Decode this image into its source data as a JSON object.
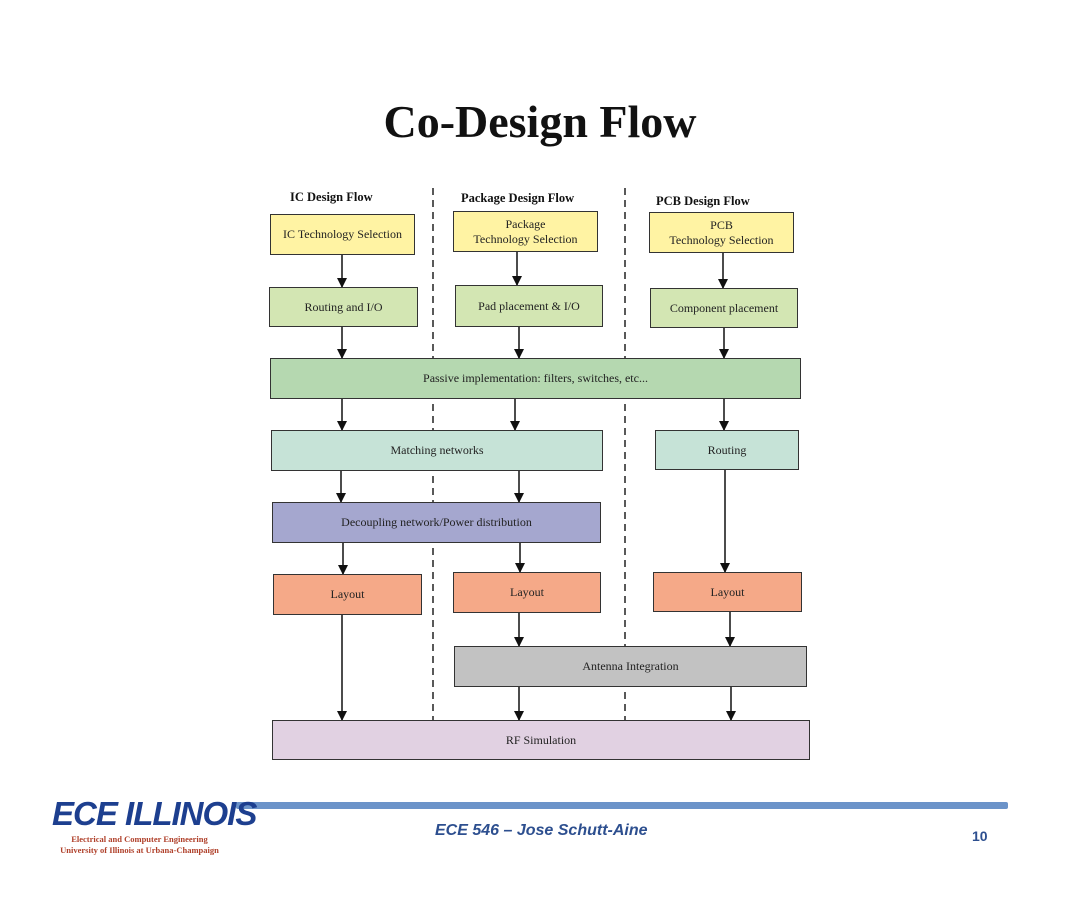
{
  "slide": {
    "title": "Co-Design Flow",
    "page_number": "10",
    "course": "ECE 546 – Jose Schutt-Aine"
  },
  "logo": {
    "text": "ECE ILLINOIS",
    "line1": "Electrical and Computer Engineering",
    "line2": "University of Illinois at Urbana-Champaign"
  },
  "columns": {
    "ic": "IC Design Flow",
    "package": "Package Design Flow",
    "pcb": "PCB Design Flow"
  },
  "boxes": {
    "ic_tech": "IC Technology Selection",
    "pkg_tech": "Package\nTechnology Selection",
    "pcb_tech": "PCB\nTechnology Selection",
    "ic_routing": "Routing and I/O",
    "pkg_pad": "Pad placement & I/O",
    "pcb_component": "Component placement",
    "passive": "Passive implementation: filters, switches, etc...",
    "matching": "Matching networks",
    "pcb_routing": "Routing",
    "decoupling": "Decoupling network/Power distribution",
    "ic_layout": "Layout",
    "pkg_layout": "Layout",
    "pcb_layout": "Layout",
    "antenna": "Antenna Integration",
    "rf_sim": "RF Simulation"
  },
  "colors": {
    "technology": "#fff3a3",
    "placement": "#d3e6b3",
    "passive": "#b5d8b0",
    "matching": "#c6e3d7",
    "decoupling": "#a5a7cf",
    "layout": "#f5a988",
    "antenna": "#c2c2c2",
    "simulation": "#e1d1e2",
    "accent": "#6b93c9"
  }
}
